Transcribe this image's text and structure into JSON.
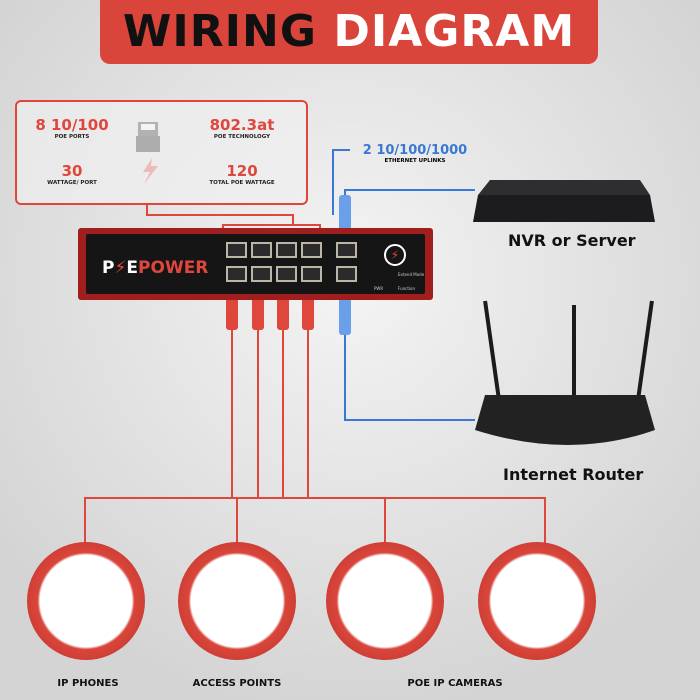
{
  "title": {
    "part1": "WIRING",
    "part2": "DIAGRAM"
  },
  "specs": [
    {
      "value": "8 10/100",
      "label": "POE PORTS"
    },
    {
      "value": "802.3at",
      "label": "POE TECHNOLOGY"
    },
    {
      "value": "30",
      "label": "WATTAGE/ PORT"
    },
    {
      "value": "120",
      "label": "TOTAL POE WATTAGE"
    }
  ],
  "uplinks": {
    "value": "2 10/100/1000",
    "label": "ETHERNET UPLINKS"
  },
  "switch": {
    "brand_a": "P",
    "brand_b": "E",
    "brand_c": "POWER",
    "pwr": "PWR",
    "function": "Function",
    "mode": "Extend Mode"
  },
  "devices": {
    "nvr": "NVR or Server",
    "router": "Internet Router"
  },
  "endpoints": [
    "IP PHONES",
    "ACCESS POINTS",
    "POE IP CAMERAS"
  ],
  "colors": {
    "accent": "#e0473c",
    "uplink": "#3a78d6"
  }
}
